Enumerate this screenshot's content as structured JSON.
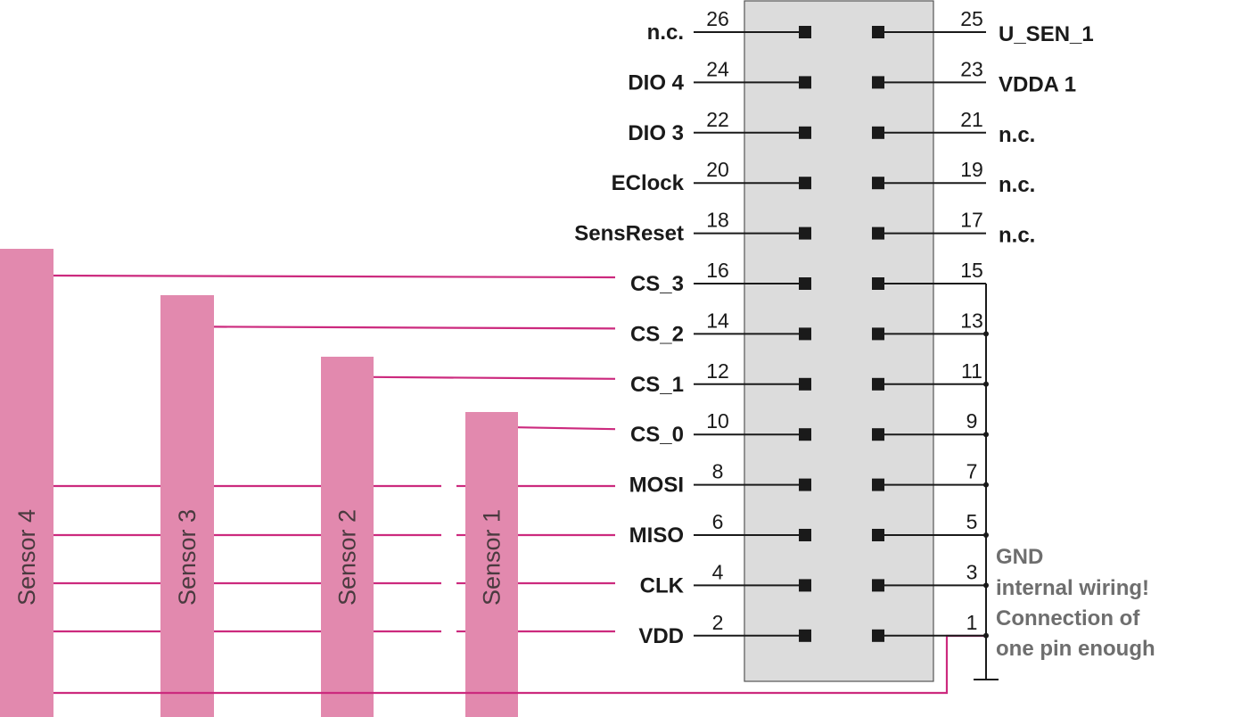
{
  "connector": {
    "pins": [
      {
        "num": "26",
        "label": "n.c."
      },
      {
        "num": "25",
        "label": "U_SEN_1"
      },
      {
        "num": "24",
        "label": "DIO 4"
      },
      {
        "num": "23",
        "label": "VDDA 1"
      },
      {
        "num": "22",
        "label": "DIO 3"
      },
      {
        "num": "21",
        "label": "n.c."
      },
      {
        "num": "20",
        "label": "EClock"
      },
      {
        "num": "19",
        "label": "n.c."
      },
      {
        "num": "18",
        "label": "SensReset"
      },
      {
        "num": "17",
        "label": "n.c."
      },
      {
        "num": "16",
        "label": "CS_3"
      },
      {
        "num": "15",
        "label": ""
      },
      {
        "num": "14",
        "label": "CS_2"
      },
      {
        "num": "13",
        "label": ""
      },
      {
        "num": "12",
        "label": "CS_1"
      },
      {
        "num": "11",
        "label": ""
      },
      {
        "num": "10",
        "label": "CS_0"
      },
      {
        "num": "9",
        "label": ""
      },
      {
        "num": "8",
        "label": "MOSI"
      },
      {
        "num": "7",
        "label": ""
      },
      {
        "num": "6",
        "label": "MISO"
      },
      {
        "num": "5",
        "label": ""
      },
      {
        "num": "4",
        "label": "CLK"
      },
      {
        "num": "3",
        "label": ""
      },
      {
        "num": "2",
        "label": "VDD"
      },
      {
        "num": "1",
        "label": ""
      }
    ]
  },
  "gnd_note": [
    "GND",
    "internal wiring!",
    "Connection of",
    "one pin enough"
  ],
  "sensors": [
    {
      "label": "Sensor 4",
      "cs": "CS_3"
    },
    {
      "label": "Sensor 3",
      "cs": "CS_2"
    },
    {
      "label": "Sensor 2",
      "cs": "CS_1"
    },
    {
      "label": "Sensor 1",
      "cs": "CS_0"
    }
  ],
  "colors": {
    "sensor_fill": "#e289ae",
    "sensor_wire": "#cc2a7e",
    "connector_fill": "#dcdcdc",
    "wire": "#1a1a1a",
    "note_text": "#6e6e6e"
  }
}
